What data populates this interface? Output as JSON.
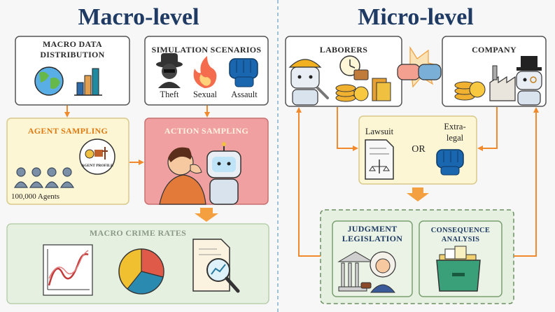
{
  "macro": {
    "title": "Macro-level",
    "data_distribution": {
      "label_line1": "MACRO DATA",
      "label_line2": "DISTRIBUTION"
    },
    "scenarios": {
      "label": "SIMULATION SCENARIOS",
      "items": [
        "Theft",
        "Sexual",
        "Assault"
      ]
    },
    "agent_sampling": {
      "label": "AGENT SAMPLING",
      "count": "100,000 Agents",
      "profile_badge": "AGENT PROFILE"
    },
    "action_sampling": {
      "label": "ACTION SAMPLING"
    },
    "crime_rates": {
      "label": "MACRO CRIME RATES"
    }
  },
  "micro": {
    "title": "Micro-level",
    "laborers": {
      "label": "LABORERS"
    },
    "company": {
      "label": "COMPANY"
    },
    "options": {
      "lawsuit": "Lawsuit",
      "or": "OR",
      "extra_line1": "Extra-",
      "extra_line2": "legal"
    },
    "judgment": {
      "line1": "JUDGMENT",
      "line2": "LEGISLATION"
    },
    "consequence": {
      "line1": "CONSEQUENCE",
      "line2": "ANALYSIS"
    }
  },
  "colors": {
    "heading": "#1f3b63",
    "arrow": "#f08a2c",
    "agent_sampling_bg": "#fdf6d4",
    "agent_sampling_text": "#e07a10",
    "action_sampling_bg": "#f0a0a0",
    "action_sampling_text": "#fff4e0",
    "crime_rates_bg": "#e6f0e0",
    "divider": "#9ec3d8"
  }
}
